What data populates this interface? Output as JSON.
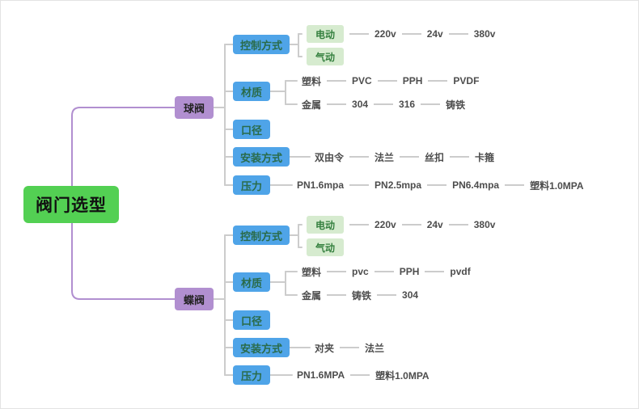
{
  "root": {
    "label": "阀门选型"
  },
  "colors": {
    "root_node": "#53d053",
    "root_text": "#111111",
    "branch_node": "#b18fd0",
    "category_node": "#4fa4e8",
    "category_text": "#2a6b4a",
    "leaf_box": "#d6ebcf",
    "leaf_box_text": "#35803f",
    "leaf_text": "#4d4d4d",
    "line": "#cccccc",
    "branch_line": "#b18fd0"
  },
  "branches": [
    {
      "label": "球阀",
      "categories": [
        {
          "label": "控制方式",
          "rows": [
            {
              "head": "电动",
              "head_boxed": true,
              "chain": [
                "220v",
                "24v",
                "380v"
              ]
            },
            {
              "head": "气动",
              "head_boxed": true,
              "chain": []
            }
          ]
        },
        {
          "label": "材质",
          "rows": [
            {
              "head": "塑料",
              "chain": [
                "PVC",
                "PPH",
                "PVDF"
              ]
            },
            {
              "head": "金属",
              "chain": [
                "304",
                "316",
                "铸铁"
              ]
            }
          ]
        },
        {
          "label": "口径",
          "rows": []
        },
        {
          "label": "安装方式",
          "rows": [
            {
              "head": "双由令",
              "chain": [
                "法兰",
                "丝扣",
                "卡箍"
              ]
            }
          ]
        },
        {
          "label": "压力",
          "rows": [
            {
              "head": "PN1.6mpa",
              "chain": [
                "PN2.5mpa",
                "PN6.4mpa",
                "塑料1.0MPA"
              ]
            }
          ]
        }
      ]
    },
    {
      "label": "蝶阀",
      "categories": [
        {
          "label": "控制方式",
          "rows": [
            {
              "head": "电动",
              "head_boxed": true,
              "chain": [
                "220v",
                "24v",
                "380v"
              ]
            },
            {
              "head": "气动",
              "head_boxed": true,
              "chain": []
            }
          ]
        },
        {
          "label": "材质",
          "rows": [
            {
              "head": "塑料",
              "chain": [
                "pvc",
                "PPH",
                "pvdf"
              ]
            },
            {
              "head": "金属",
              "chain": [
                "铸铁",
                "304"
              ]
            }
          ]
        },
        {
          "label": "口径",
          "rows": []
        },
        {
          "label": "安装方式",
          "rows": [
            {
              "head": "对夹",
              "chain": [
                "法兰"
              ]
            }
          ]
        },
        {
          "label": "压力",
          "rows": [
            {
              "head": "PN1.6MPA",
              "chain": [
                "塑料1.0MPA"
              ]
            }
          ]
        }
      ]
    }
  ]
}
